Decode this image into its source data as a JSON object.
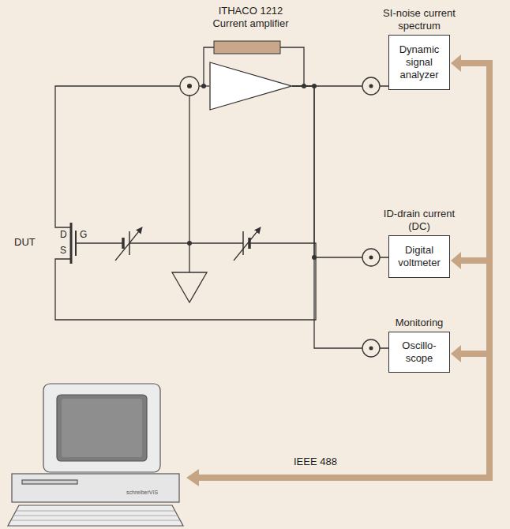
{
  "diagram": {
    "nodes": [
      {
        "text": [
          "ITHACO 1212 Current amplifier"
        ]
      },
      {
        "text": [
          "SI-noise current spectrum",
          "Dynamic signal analyzer"
        ]
      },
      {
        "text": [
          "ID-drain current (DC)",
          "Digital voltmeter"
        ]
      },
      {
        "text": [
          "Monitoring",
          "Oscillo-scope"
        ]
      }
    ],
    "edges": [
      {
        "from": 0,
        "to": 1,
        "arrow": "none"
      },
      {
        "from": 0,
        "to": 2,
        "arrow": "none"
      },
      {
        "from": 0,
        "to": 3,
        "arrow": "none"
      }
    ],
    "labels": [
      "D",
      "G",
      "S",
      "DUT",
      "IEEE 488",
      "schreiberVIS"
    ]
  }
}
